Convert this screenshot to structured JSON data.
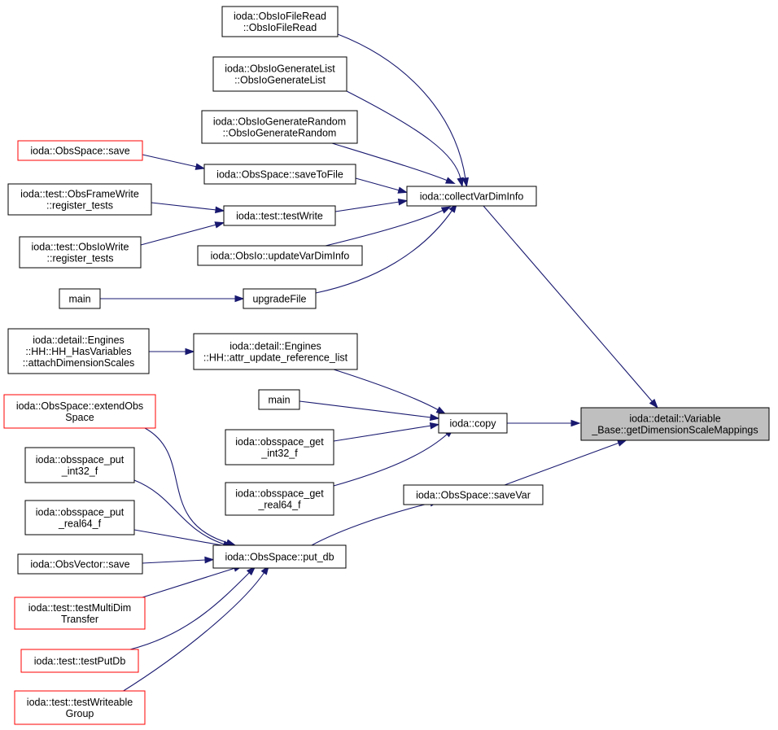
{
  "nodes": [
    {
      "id": "target",
      "lines": [
        "ioda::detail::Variable",
        "_Base::getDimensionScaleMappings"
      ],
      "color": "gray"
    },
    {
      "id": "collectVarDimInfo",
      "lines": [
        "ioda::collectVarDimInfo"
      ],
      "color": "black"
    },
    {
      "id": "copy",
      "lines": [
        "ioda::copy"
      ],
      "color": "black"
    },
    {
      "id": "saveVar",
      "lines": [
        "ioda::ObsSpace::saveVar"
      ],
      "color": "black"
    },
    {
      "id": "ObsIoFileRead",
      "lines": [
        "ioda::ObsIoFileRead",
        "::ObsIoFileRead"
      ],
      "color": "black"
    },
    {
      "id": "ObsIoGenerateList",
      "lines": [
        "ioda::ObsIoGenerateList",
        "::ObsIoGenerateList"
      ],
      "color": "black"
    },
    {
      "id": "ObsIoGenerateRandom",
      "lines": [
        "ioda::ObsIoGenerateRandom",
        "::ObsIoGenerateRandom"
      ],
      "color": "black"
    },
    {
      "id": "saveToFile",
      "lines": [
        "ioda::ObsSpace::saveToFile"
      ],
      "color": "black"
    },
    {
      "id": "testWrite",
      "lines": [
        "ioda::test::testWrite"
      ],
      "color": "black"
    },
    {
      "id": "updateVarDimInfo",
      "lines": [
        "ioda::ObsIo::updateVarDimInfo"
      ],
      "color": "black"
    },
    {
      "id": "upgradeFile",
      "lines": [
        "upgradeFile"
      ],
      "color": "black"
    },
    {
      "id": "ObsSpaceSave",
      "lines": [
        "ioda::ObsSpace::save"
      ],
      "color": "red"
    },
    {
      "id": "ObsFrameWriteReg",
      "lines": [
        "ioda::test::ObsFrameWrite",
        "::register_tests"
      ],
      "color": "black"
    },
    {
      "id": "ObsIoWriteReg",
      "lines": [
        "ioda::test::ObsIoWrite",
        "::register_tests"
      ],
      "color": "black"
    },
    {
      "id": "main1",
      "lines": [
        "main"
      ],
      "color": "black"
    },
    {
      "id": "attrUpdate",
      "lines": [
        "ioda::detail::Engines",
        "::HH::attr_update_reference_list"
      ],
      "color": "black"
    },
    {
      "id": "attachDim",
      "lines": [
        "ioda::detail::Engines",
        "::HH::HH_HasVariables",
        "::attachDimensionScales"
      ],
      "color": "black"
    },
    {
      "id": "main2",
      "lines": [
        "main"
      ],
      "color": "black"
    },
    {
      "id": "getInt32",
      "lines": [
        "ioda::obsspace_get",
        "_int32_f"
      ],
      "color": "black"
    },
    {
      "id": "getReal64",
      "lines": [
        "ioda::obsspace_get",
        "_real64_f"
      ],
      "color": "black"
    },
    {
      "id": "putDb",
      "lines": [
        "ioda::ObsSpace::put_db"
      ],
      "color": "black"
    },
    {
      "id": "extendObs",
      "lines": [
        "ioda::ObsSpace::extendObs",
        "Space"
      ],
      "color": "red"
    },
    {
      "id": "putInt32",
      "lines": [
        "ioda::obsspace_put",
        "_int32_f"
      ],
      "color": "black"
    },
    {
      "id": "putReal64",
      "lines": [
        "ioda::obsspace_put",
        "_real64_f"
      ],
      "color": "black"
    },
    {
      "id": "vecSave",
      "lines": [
        "ioda::ObsVector::save"
      ],
      "color": "black"
    },
    {
      "id": "testMultiDim",
      "lines": [
        "ioda::test::testMultiDim",
        "Transfer"
      ],
      "color": "red"
    },
    {
      "id": "testPutDb",
      "lines": [
        "ioda::test::testPutDb"
      ],
      "color": "red"
    },
    {
      "id": "testWriteable",
      "lines": [
        "ioda::test::testWriteable",
        "Group"
      ],
      "color": "red"
    }
  ],
  "edges": [
    {
      "from": "collectVarDimInfo",
      "to": "target"
    },
    {
      "from": "copy",
      "to": "target"
    },
    {
      "from": "saveVar",
      "to": "target"
    },
    {
      "from": "ObsIoFileRead",
      "to": "collectVarDimInfo"
    },
    {
      "from": "ObsIoGenerateList",
      "to": "collectVarDimInfo"
    },
    {
      "from": "ObsIoGenerateRandom",
      "to": "collectVarDimInfo"
    },
    {
      "from": "saveToFile",
      "to": "collectVarDimInfo"
    },
    {
      "from": "testWrite",
      "to": "collectVarDimInfo"
    },
    {
      "from": "updateVarDimInfo",
      "to": "collectVarDimInfo"
    },
    {
      "from": "upgradeFile",
      "to": "collectVarDimInfo"
    },
    {
      "from": "ObsSpaceSave",
      "to": "saveToFile"
    },
    {
      "from": "ObsFrameWriteReg",
      "to": "testWrite"
    },
    {
      "from": "ObsIoWriteReg",
      "to": "testWrite"
    },
    {
      "from": "main1",
      "to": "upgradeFile"
    },
    {
      "from": "attrUpdate",
      "to": "copy"
    },
    {
      "from": "main2",
      "to": "copy"
    },
    {
      "from": "getInt32",
      "to": "copy"
    },
    {
      "from": "getReal64",
      "to": "copy"
    },
    {
      "from": "attachDim",
      "to": "attrUpdate"
    },
    {
      "from": "putDb",
      "to": "saveVar"
    },
    {
      "from": "extendObs",
      "to": "putDb"
    },
    {
      "from": "putInt32",
      "to": "putDb"
    },
    {
      "from": "putReal64",
      "to": "putDb"
    },
    {
      "from": "vecSave",
      "to": "putDb"
    },
    {
      "from": "testMultiDim",
      "to": "putDb"
    },
    {
      "from": "testPutDb",
      "to": "putDb"
    },
    {
      "from": "testWriteable",
      "to": "putDb"
    }
  ]
}
